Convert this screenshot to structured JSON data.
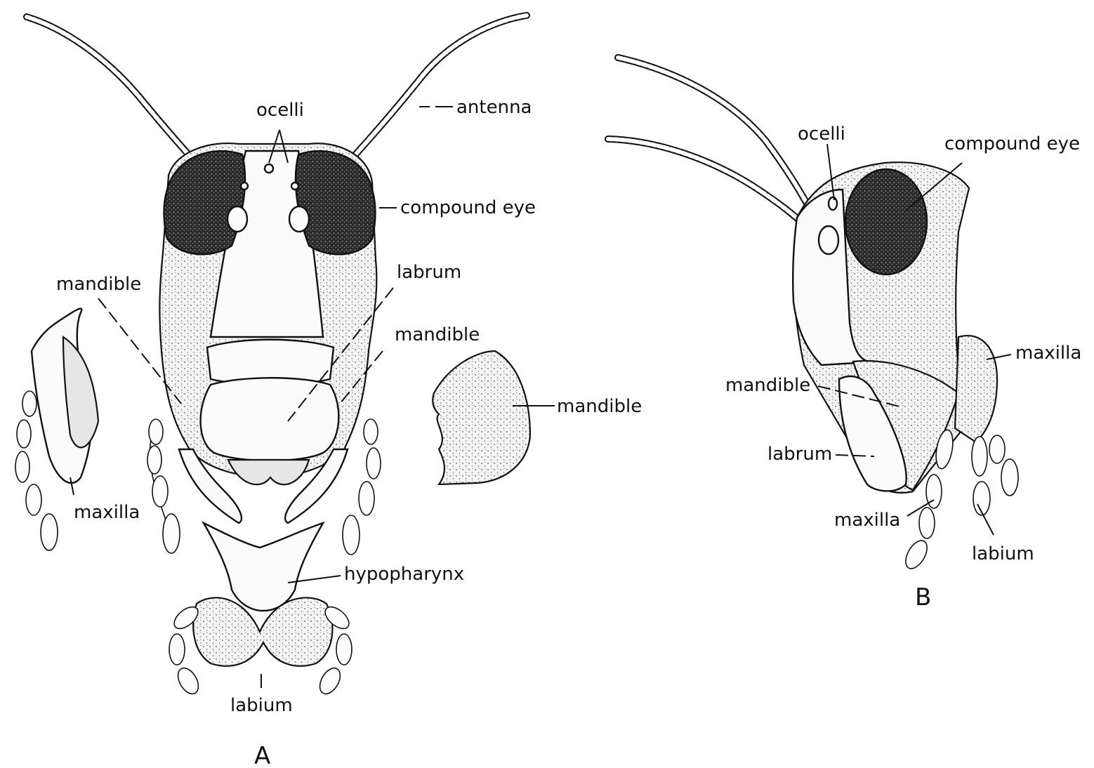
{
  "figure": {
    "panel_a": {
      "caption": "A",
      "labels": {
        "antenna": "antenna",
        "ocelli": "ocelli",
        "compound_eye": "compound eye",
        "mandible_left": "mandible",
        "labrum": "labrum",
        "mandible_right": "mandible",
        "mandible_detached": "mandible",
        "maxilla": "maxilla",
        "hypopharynx": "hypopharynx",
        "labium": "labium"
      }
    },
    "panel_b": {
      "caption": "B",
      "labels": {
        "ocelli": "ocelli",
        "compound_eye": "compound eye",
        "maxilla_right": "maxilla",
        "mandible": "mandible",
        "labrum": "labrum",
        "maxilla_bottom": "maxilla",
        "labium": "labium"
      }
    }
  }
}
